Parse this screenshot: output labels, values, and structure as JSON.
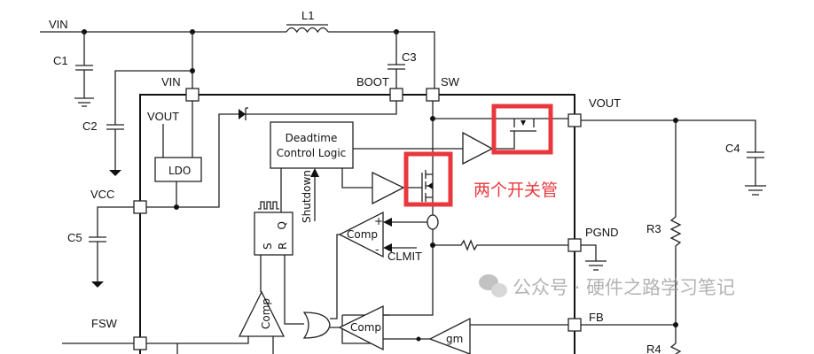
{
  "labels": {
    "vin_top": "VIN",
    "l1": "L1",
    "c1": "C1",
    "c2": "C2",
    "c3": "C3",
    "c4": "C4",
    "c5": "C5",
    "vin_pin": "VIN",
    "boot": "BOOT",
    "sw": "SW",
    "vout_ldo": "VOUT",
    "ldo": "LDO",
    "vcc": "VCC",
    "deadtime_1": "Deadtime",
    "deadtime_2": "Control Logic",
    "shutdown": "Shutdown",
    "q": "Q",
    "s": "S",
    "r": "R",
    "comp_top": "Comp",
    "comp_bottom": "Comp",
    "comp_vertical": "Comp",
    "clmit": "CLMIT",
    "vout_pin": "VOUT",
    "pgnd": "PGND",
    "fb": "FB",
    "fsw": "FSW",
    "r3": "R3",
    "r4": "R4",
    "gm": "gm",
    "plus": "+",
    "minus": "-"
  },
  "annotation": {
    "text": "两个开关管",
    "color": "#e8383d"
  },
  "watermark": {
    "text": "公众号 · 硬件之路学习笔记"
  }
}
